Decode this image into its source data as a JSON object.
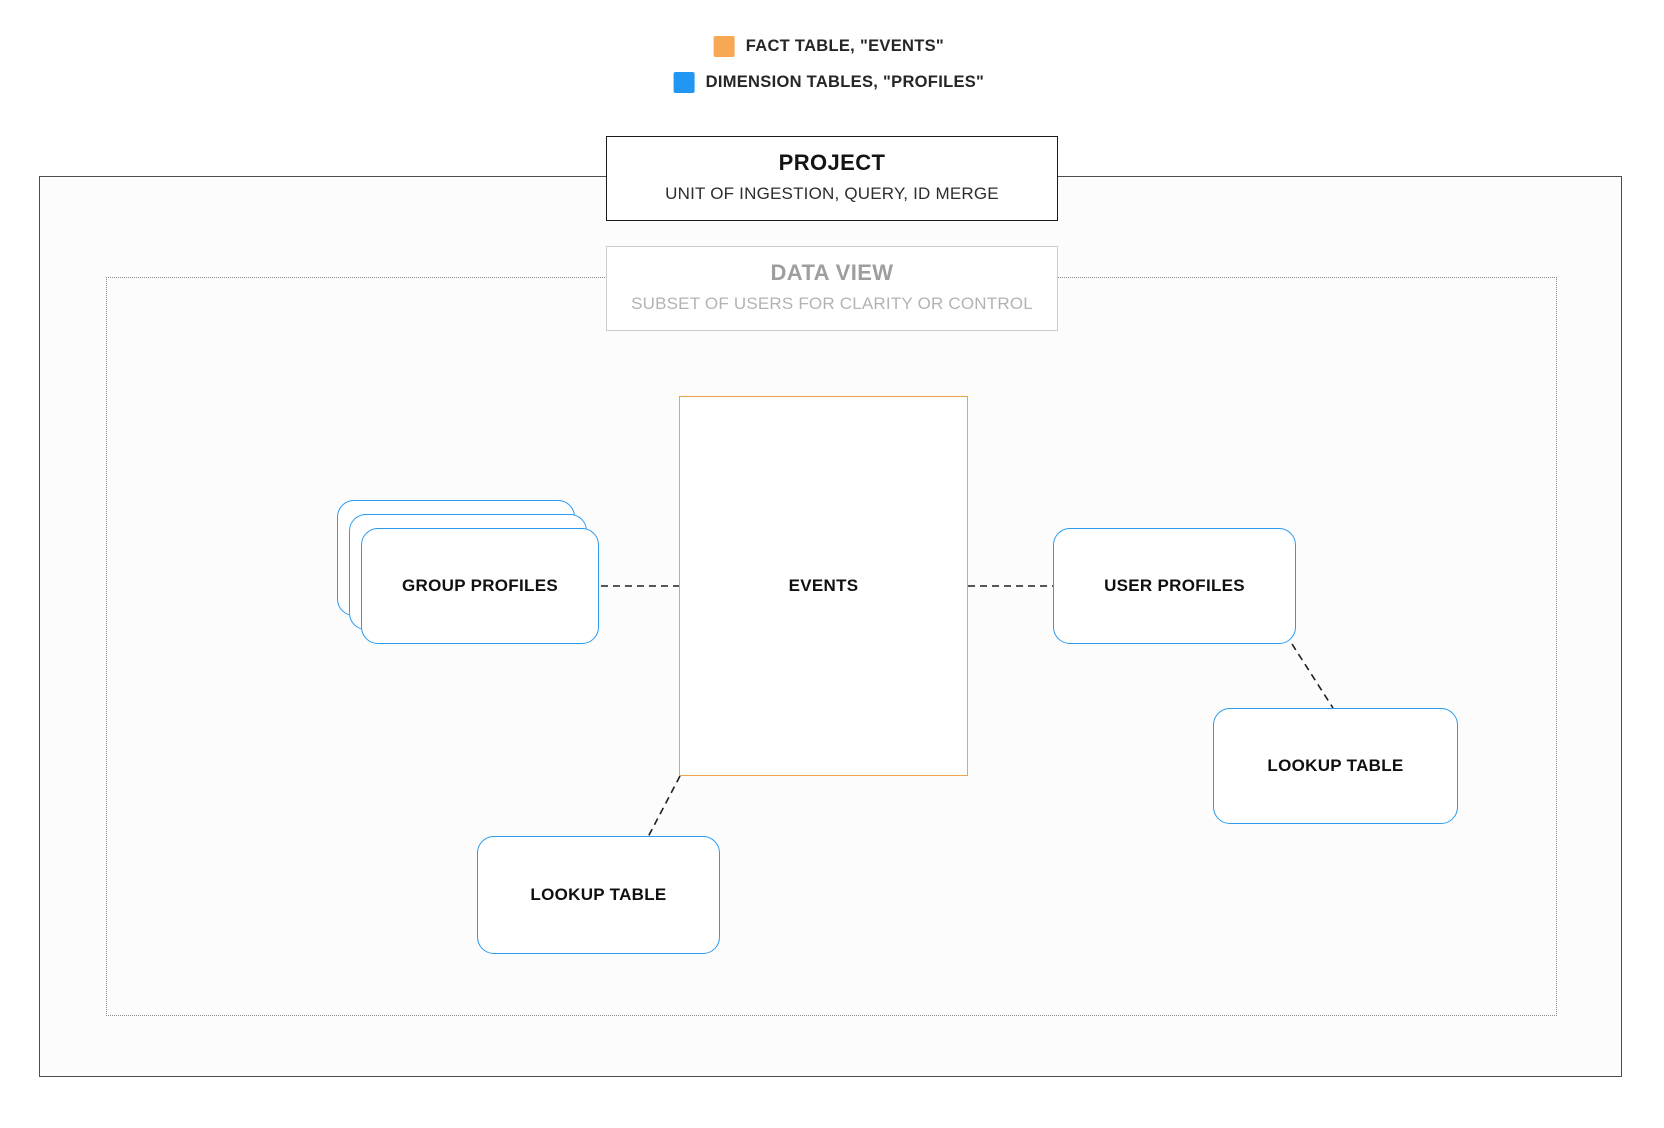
{
  "legend": {
    "items": [
      {
        "label": "FACT TABLE, \"EVENTS\"",
        "color": "#f6a854"
      },
      {
        "label": "DIMENSION TABLES, \"PROFILES\"",
        "color": "#2196f3"
      }
    ]
  },
  "project": {
    "title": "PROJECT",
    "subtitle": "UNIT OF INGESTION, QUERY, ID MERGE"
  },
  "data_view": {
    "title": "DATA VIEW",
    "subtitle": "SUBSET OF USERS FOR CLARITY OR CONTROL"
  },
  "nodes": {
    "events": {
      "label": "EVENTS",
      "type": "fact",
      "border_color": "#eba44a"
    },
    "group_profiles": {
      "label": "GROUP PROFILES",
      "type": "dimension",
      "border_color": "#2a9bf1",
      "stacked": true
    },
    "user_profiles": {
      "label": "USER PROFILES",
      "type": "dimension",
      "border_color": "#2a9bf1"
    },
    "lookup_table_right": {
      "label": "LOOKUP TABLE",
      "type": "dimension",
      "border_color": "#2a9bf1"
    },
    "lookup_table_bottom": {
      "label": "LOOKUP TABLE",
      "type": "dimension",
      "border_color": "#2a9bf1"
    }
  },
  "edges": [
    {
      "from": "group_profiles",
      "to": "events",
      "style": "dashed"
    },
    {
      "from": "events",
      "to": "user_profiles",
      "style": "dashed"
    },
    {
      "from": "user_profiles",
      "to": "lookup_table_right",
      "style": "dashed"
    },
    {
      "from": "events",
      "to": "lookup_table_bottom",
      "style": "dashed"
    }
  ],
  "colors": {
    "fact": "#f6a854",
    "dimension": "#2196f3",
    "project_border": "#1a1a1a",
    "data_view_border": "#cccccc",
    "outer_boundary": "#4d4d4d",
    "dotted_boundary": "#8a8a8a"
  }
}
